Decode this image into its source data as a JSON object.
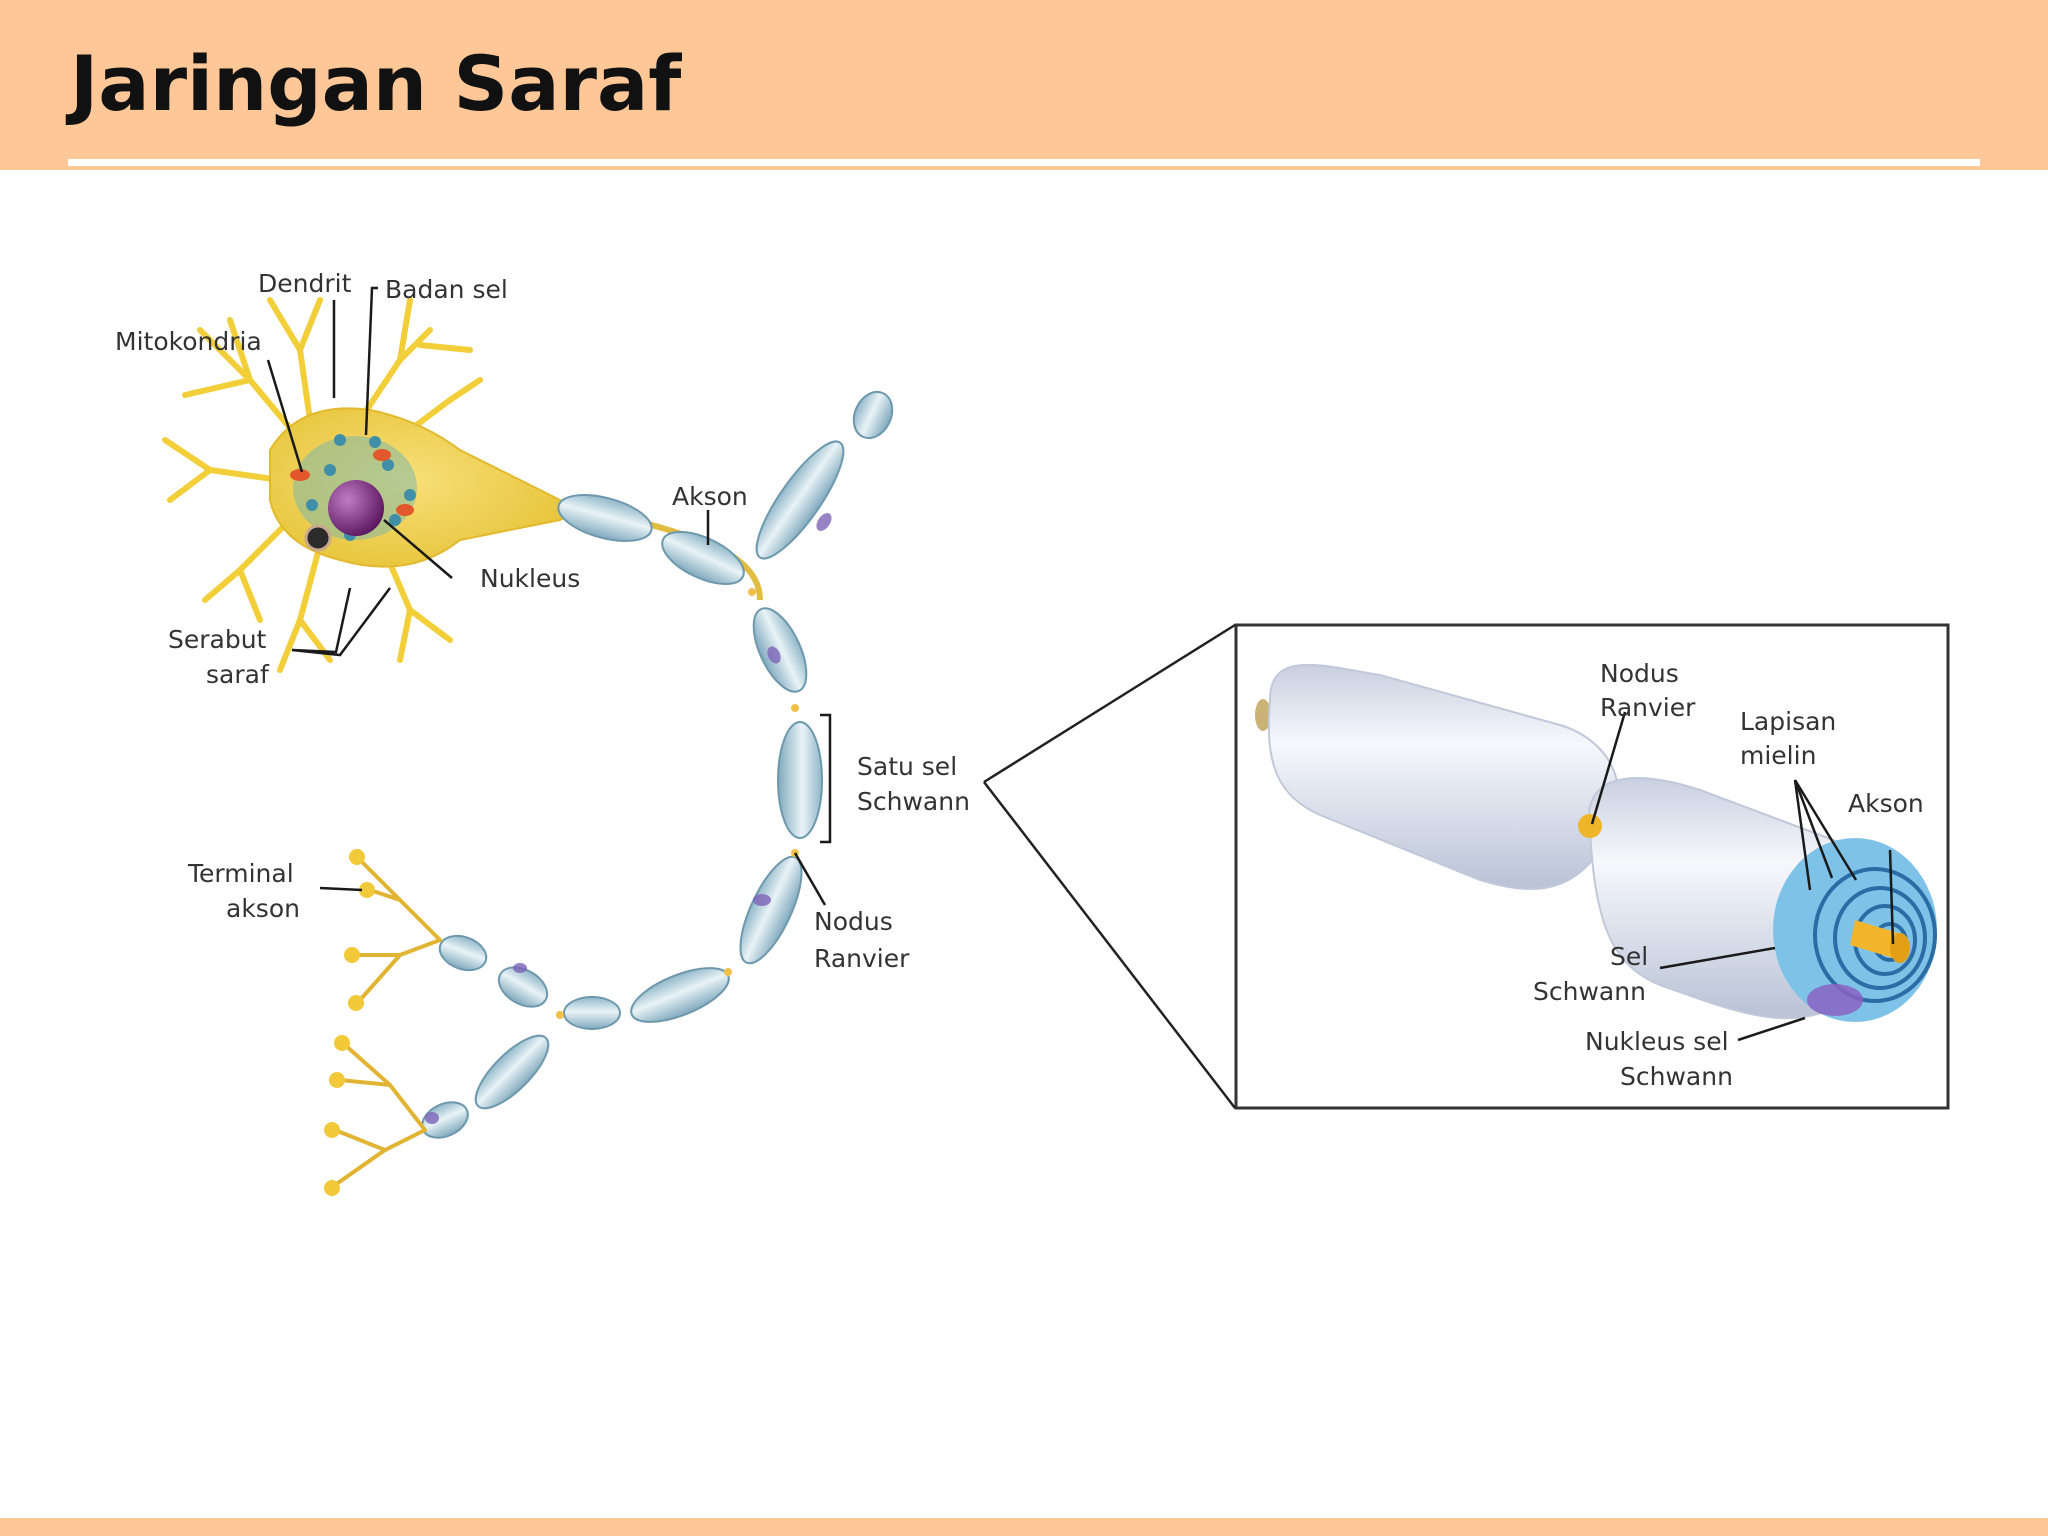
{
  "slide": {
    "title": "Jaringan Saraf"
  },
  "colors": {
    "header": "#fdc797",
    "dendrite": "#f4d13a",
    "myelin": "#bcd7e2",
    "nucleus": "#7a2a7e",
    "zoom_sheath": "#e6ebf3"
  },
  "labels": {
    "dendrit": "Dendrit",
    "badan_sel": "Badan sel",
    "mitokondria": "Mitokondria",
    "akson": "Akson",
    "nukleus": "Nukleus",
    "serabut_1": "Serabut",
    "serabut_2": "saraf",
    "satu_sel_1": "Satu sel",
    "satu_sel_2": "Schwann",
    "terminal_1": "Terminal",
    "terminal_2": "akson",
    "nodus_1": "Nodus",
    "nodus_2": "Ranvier"
  },
  "zoom_labels": {
    "nodus_1": "Nodus",
    "nodus_2": "Ranvier",
    "lapisan_1": "Lapisan",
    "lapisan_2": "mielin",
    "akson": "Akson",
    "sel_1": "Sel",
    "sel_2": "Schwann",
    "nukleus_1": "Nukleus sel",
    "nukleus_2": "Schwann"
  }
}
